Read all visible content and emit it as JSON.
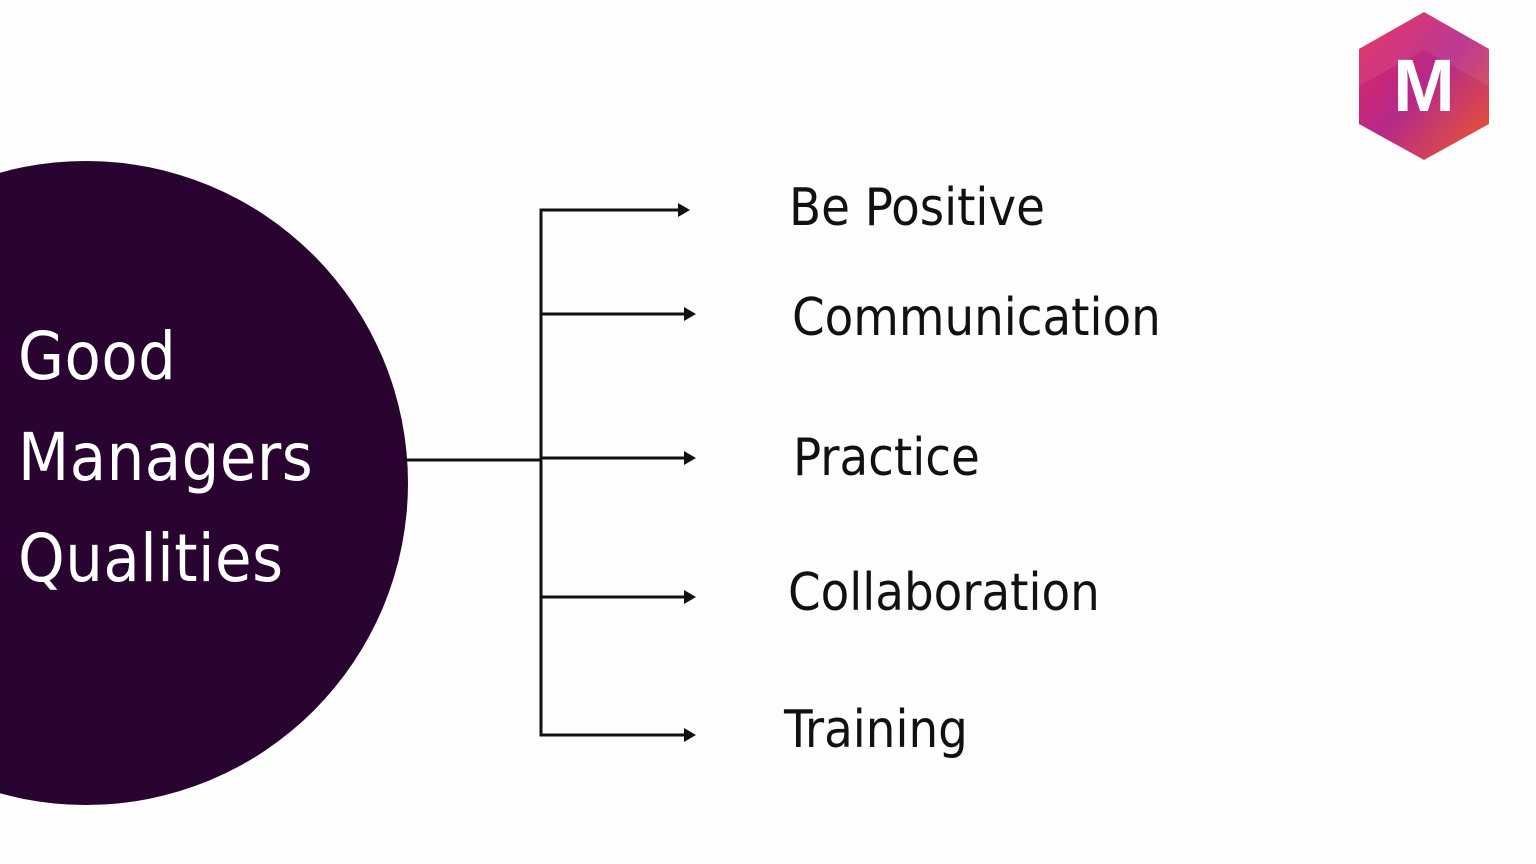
{
  "diagram": {
    "center_title_lines": [
      "Good",
      "Managers",
      "Qualities"
    ],
    "items": [
      "Be Positive",
      "Communication",
      "Practice",
      "Collaboration",
      "Training"
    ]
  },
  "logo": {
    "letter": "M",
    "icon": "hexagon-m-logo"
  },
  "colors": {
    "circle": "#2a0430",
    "text_light": "#ffffff",
    "text_dark": "#111111",
    "lines": "#111111",
    "logo_gradient": [
      "#e8245a",
      "#b52a8a",
      "#f05a28"
    ]
  }
}
